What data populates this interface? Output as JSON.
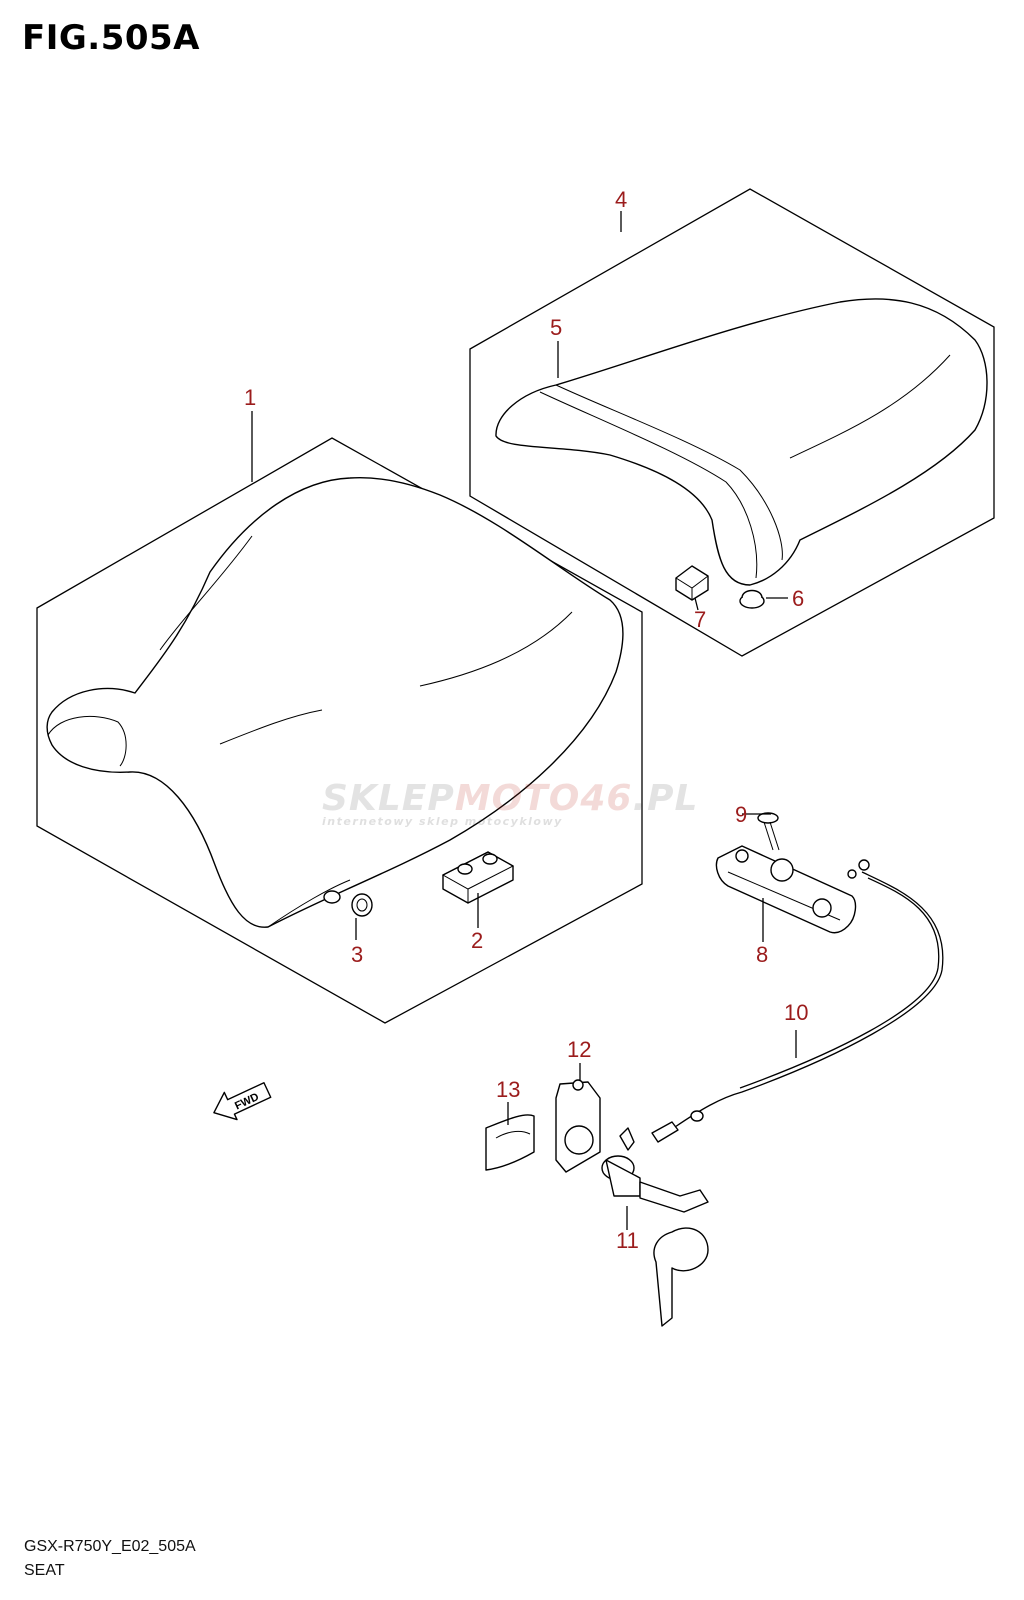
{
  "figure": {
    "title": "FIG.505A",
    "model_code": "GSX-R750Y_E02_505A",
    "section_name": "SEAT"
  },
  "watermark": {
    "brand_left": "SKLEP",
    "brand_right": "MOTO46",
    "brand_suffix": ".PL",
    "tagline": "internetowy sklep motocyklowy",
    "accent_color": "#c0392b"
  },
  "callouts": {
    "p1": "1",
    "p2": "2",
    "p3": "3",
    "p4": "4",
    "p5": "5",
    "p6": "6",
    "p7": "7",
    "p8": "8",
    "p9": "9",
    "p10": "10",
    "p11": "11",
    "p12": "12",
    "p13": "13"
  },
  "direction_arrow": {
    "label": "FWD",
    "icon": "forward-arrow-icon"
  },
  "colors": {
    "callout": "#9b1c1c",
    "line": "#000000"
  }
}
